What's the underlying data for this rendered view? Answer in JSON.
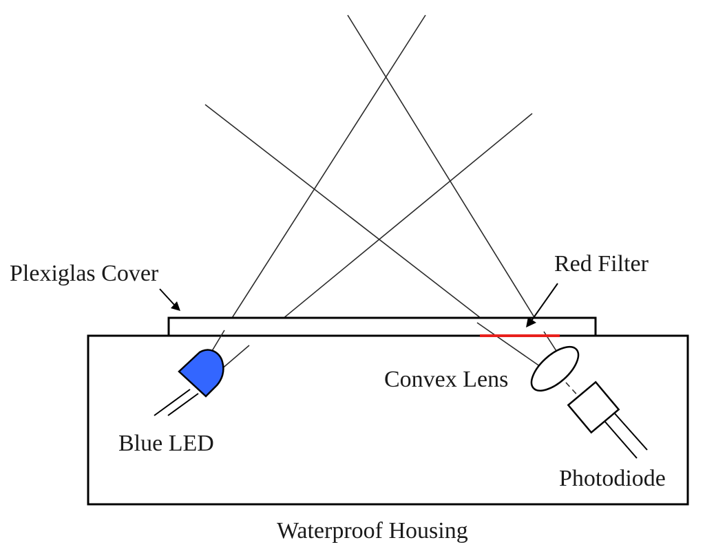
{
  "labels": {
    "plexiglas_cover": "Plexiglas Cover",
    "red_filter": "Red Filter",
    "convex_lens": "Convex Lens",
    "blue_led": "Blue LED",
    "photodiode": "Photodiode",
    "waterproof_housing": "Waterproof Housing"
  },
  "colors": {
    "led": "#3366ff",
    "filter": "#e8201c",
    "stroke": "#000000"
  }
}
